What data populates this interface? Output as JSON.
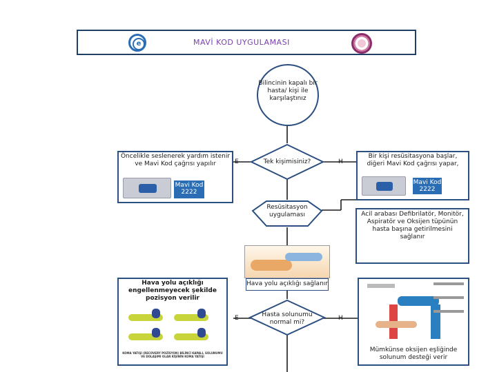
{
  "header": {
    "title": "MAVİ KOD UYGULAMASI"
  },
  "nodes": {
    "start": "Bilincinin kapalı bir hasta/ kişi ile karşılaştınız",
    "decision1": "Tek kişimisiniz?",
    "left1": "Öncelikle seslenerek yardım istenir ve Mavi Kod çağrısı yapılır",
    "left1_code": "Mavi Kod 2222",
    "right1": "Bir kişi resüsitasyona başlar, diğeri Mavi Kod çağrısı yapar,",
    "right1_code": "Mavi Kod 2222",
    "process1": "Resüsitasyon uygulaması",
    "right2": "Acil arabası Defibrilatör, Monitör, Aspiratör ve Oksijen tüpünün hasta başına getirilmesini sağlanır",
    "airway": "Hava yolu açıklığı sağlanır",
    "left2_title": "Hava yolu açıklığı engellenmeyecek şekilde pozisyon verilir",
    "left2_caption": "KOMA YATIŞI (RECOVERY POZİSYON) BİLİNCİ KAPALI, SOLUNUMU VE DOLAŞIMI OLAN KİŞİNİN KOMA YATIŞI",
    "decision2": "Hasta solunumu normal mi?",
    "right3_caption": "Mümkünse oksijen eşliğinde solunum desteği verir"
  },
  "labels": {
    "e": "E",
    "h": "H"
  },
  "colors": {
    "border": "#2b4f80",
    "accent": "#7a3fb0",
    "code_bg": "#2a6db5"
  },
  "icons": [
    "e-logo-icon",
    "hospital-seal-icon",
    "phone-icon",
    "airway-illustration",
    "recovery-position-illustration",
    "oxygen-ventilation-illustration"
  ]
}
